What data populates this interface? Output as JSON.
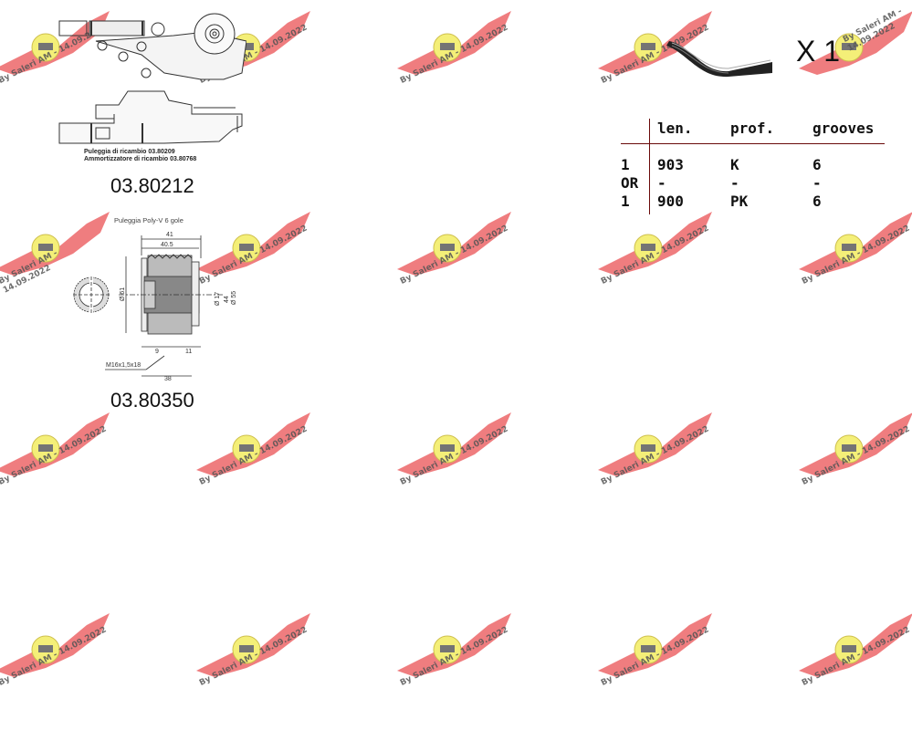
{
  "watermark": {
    "text": "By Saleri AM - 14.09.2022",
    "wing_color": "#ee6f72",
    "badge_color": "#f3ee6a"
  },
  "product1": {
    "caption_line1": "Puleggia di ricambio 03.80209",
    "caption_line2": "Ammortizzatore di ricambio 03.80768",
    "code": "03.80212"
  },
  "product2": {
    "title": "Puleggia Poly-V 6 gole",
    "dims": {
      "d41": "41",
      "d40_5": "40.5",
      "d61": "Ø 61",
      "d17": "Ø 17",
      "d44": "44",
      "d55": "Ø 55",
      "d9": "9",
      "d11": "11",
      "thread": "M16x1,5x18",
      "d38": "38"
    },
    "code": "03.80350"
  },
  "belt": {
    "quantity": "X 1"
  },
  "table": {
    "headers": [
      "",
      "len.",
      "prof.",
      "grooves"
    ],
    "rows": [
      [
        "1",
        "903",
        "K",
        "6"
      ],
      [
        "OR",
        "-",
        "-",
        "-"
      ],
      [
        "1",
        "900",
        "PK",
        "6"
      ]
    ],
    "line_color": "#6a0a0a"
  }
}
